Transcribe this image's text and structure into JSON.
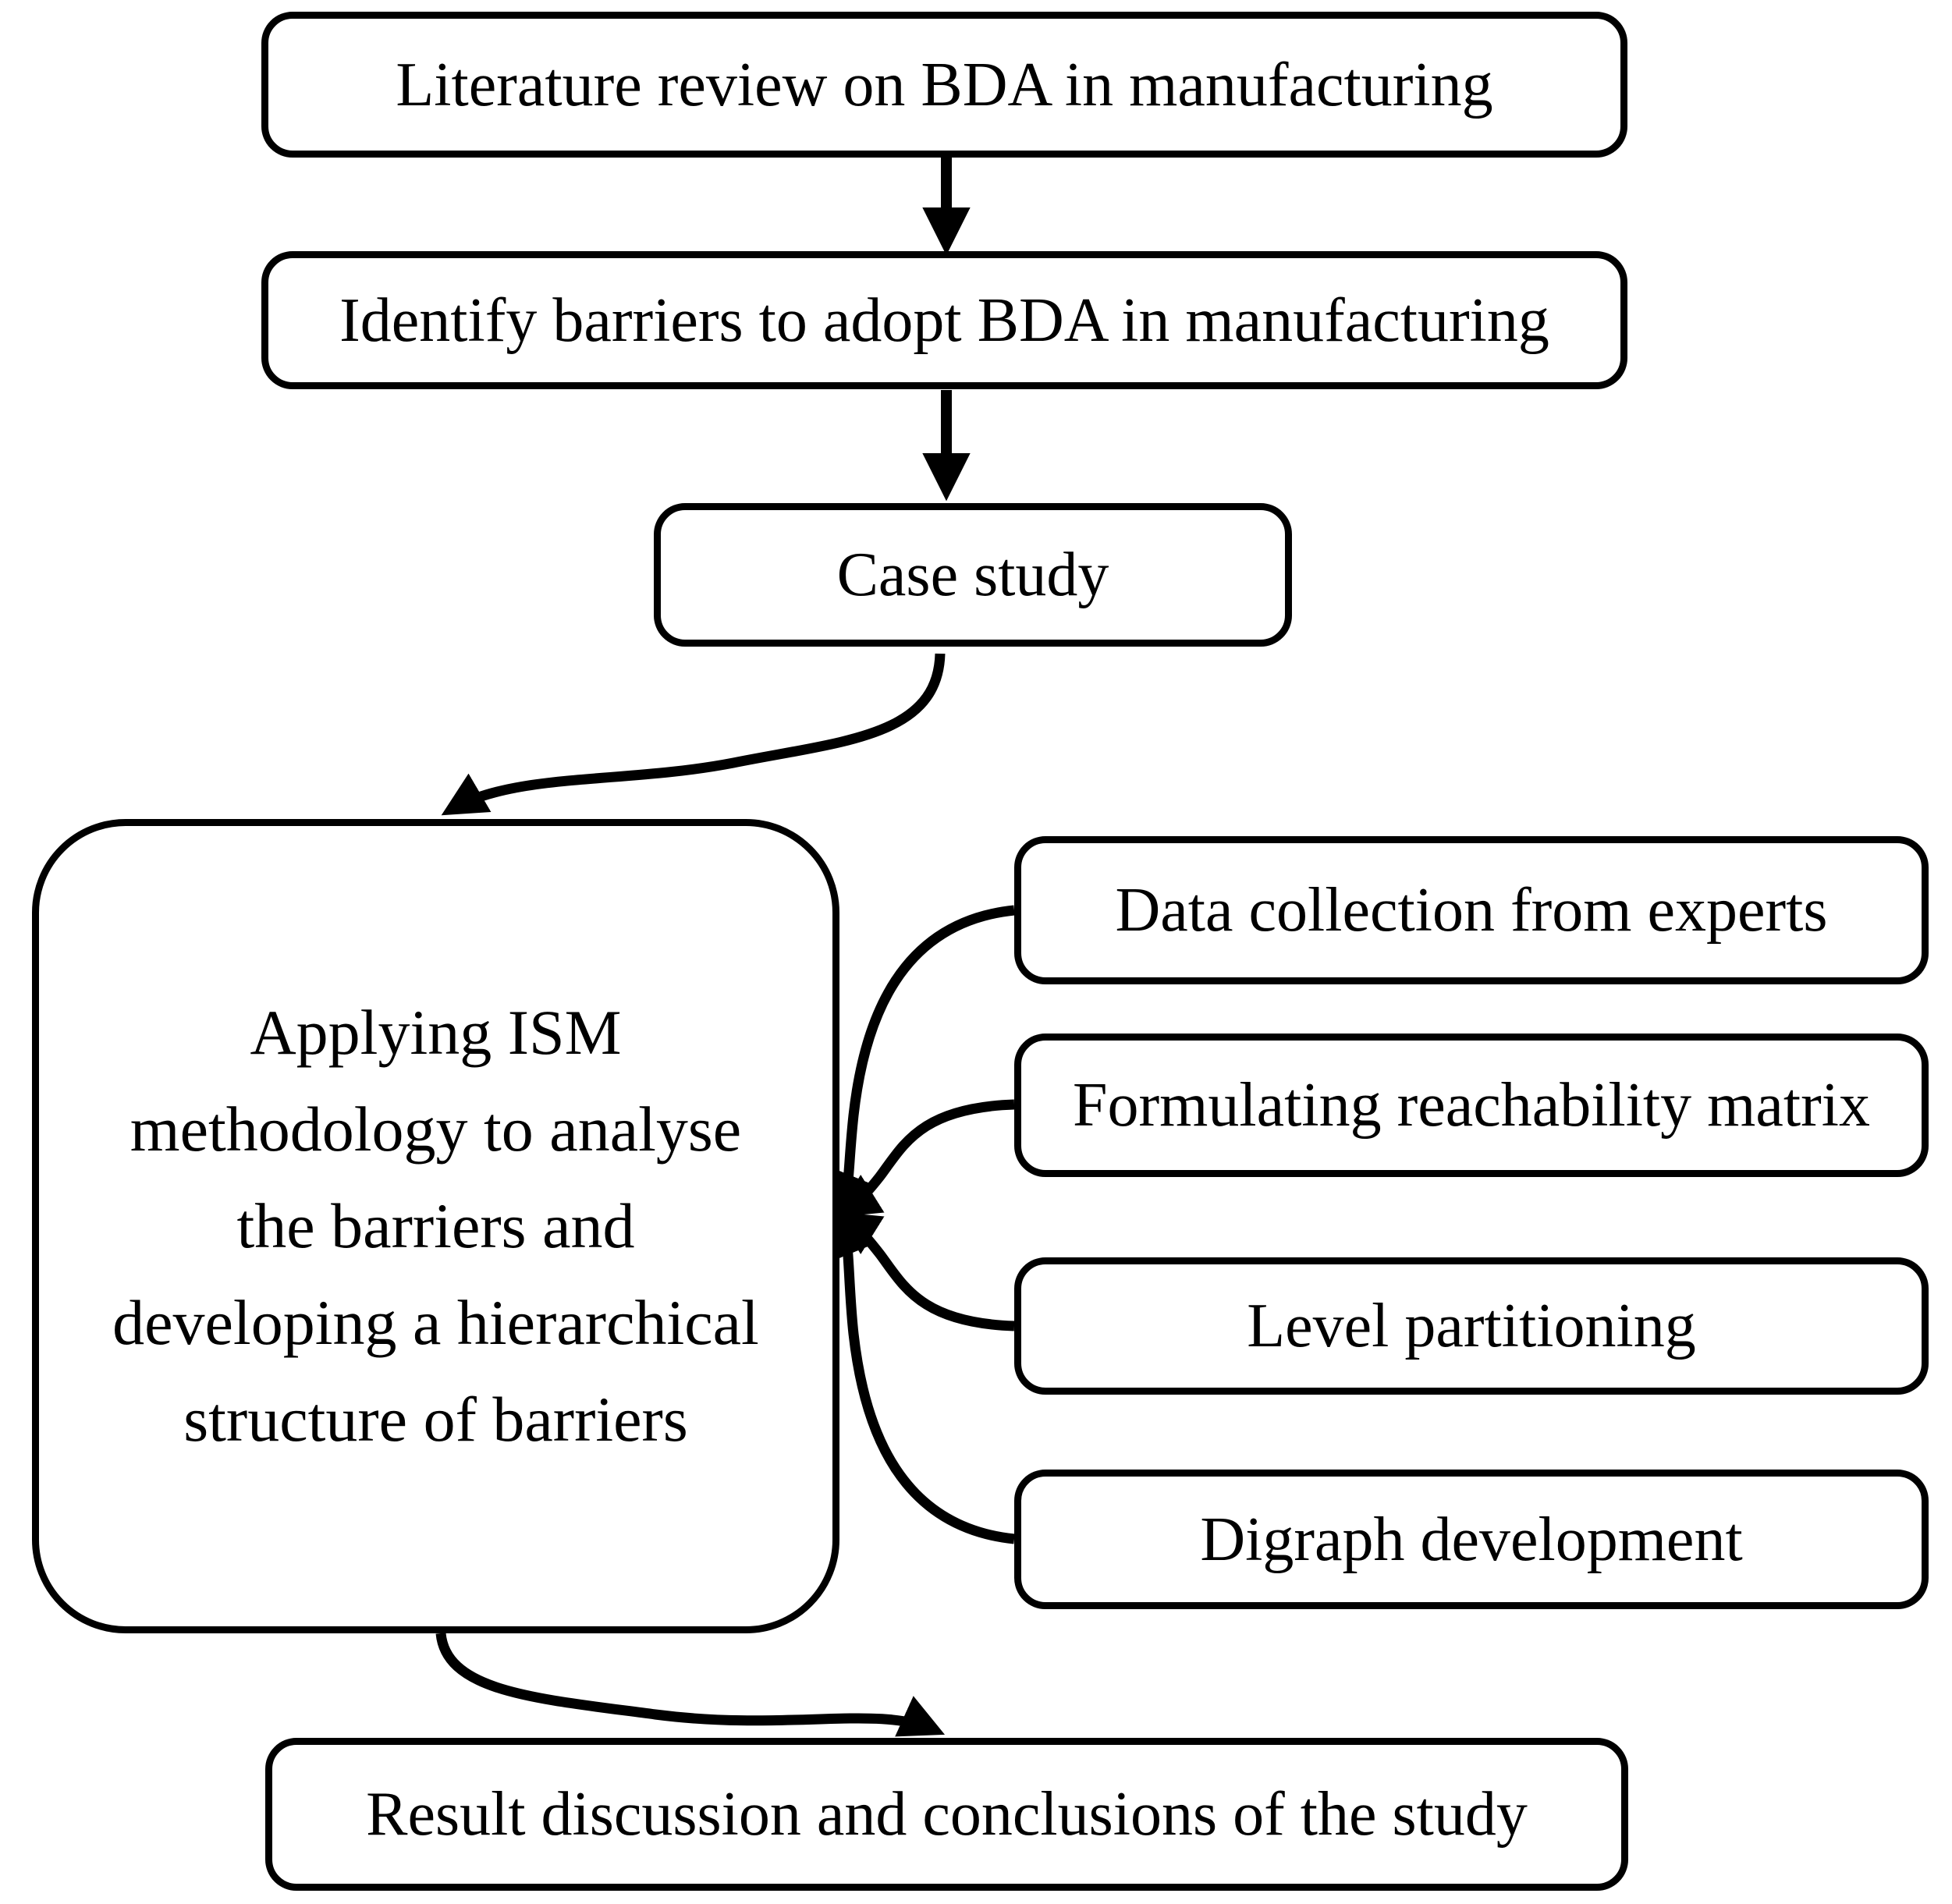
{
  "diagram": {
    "type": "flowchart",
    "description": "Research methodology flow diagram for analysing barriers to BDA adoption in manufacturing using ISM",
    "colors": {
      "stroke": "#000000",
      "background": "#ffffff",
      "text": "#000000"
    },
    "nodes": {
      "literature_review": {
        "label": "Literature review on BDA in manufacturing"
      },
      "identify_barriers": {
        "label": "Identify barriers to adopt BDA in manufacturing"
      },
      "case_study": {
        "label": "Case study"
      },
      "ism": {
        "label_lines": [
          "Applying ISM",
          "methodology to analyse",
          "the barriers and",
          "developing a hierarchical",
          "structure of barriers"
        ]
      },
      "data_collection": {
        "label": "Data collection from experts"
      },
      "reachability_matrix": {
        "label": "Formulating reachability matrix"
      },
      "level_partitioning": {
        "label": "Level partitioning"
      },
      "digraph_development": {
        "label": "Digraph development"
      },
      "result_discussion": {
        "label": "Result discussion and conclusions of the study"
      }
    },
    "edges": [
      {
        "from": "literature_review",
        "to": "identify_barriers",
        "style": "straight-arrow"
      },
      {
        "from": "identify_barriers",
        "to": "case_study",
        "style": "straight-arrow"
      },
      {
        "from": "case_study",
        "to": "ism",
        "style": "s-curve-arrow"
      },
      {
        "from": "data_collection",
        "to": "ism",
        "style": "curved-arrow"
      },
      {
        "from": "reachability_matrix",
        "to": "ism",
        "style": "curved-arrow"
      },
      {
        "from": "level_partitioning",
        "to": "ism",
        "style": "curved-arrow"
      },
      {
        "from": "digraph_development",
        "to": "ism",
        "style": "curved-arrow"
      },
      {
        "from": "ism",
        "to": "result_discussion",
        "style": "s-curve-arrow"
      }
    ]
  }
}
